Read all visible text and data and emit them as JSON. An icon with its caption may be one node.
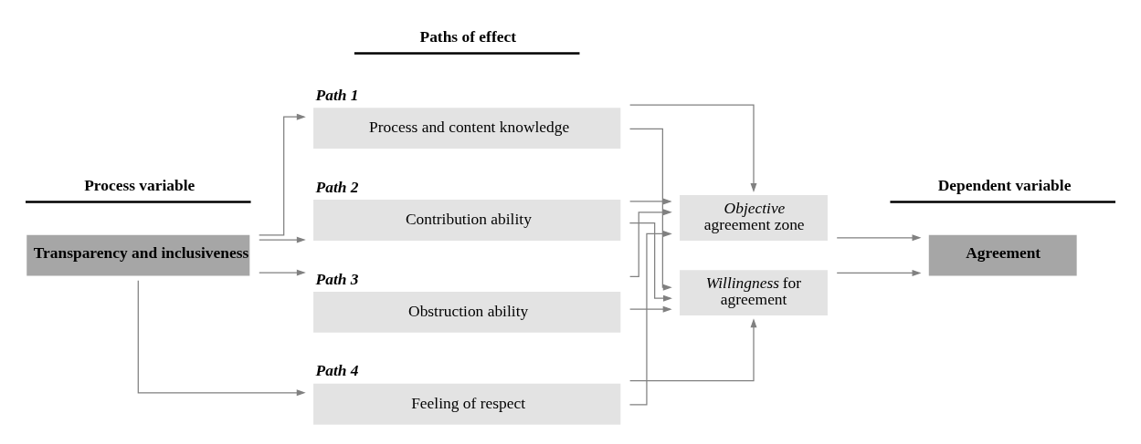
{
  "diagram": {
    "nodes": [
      {
        "text": [
          "Transparency and inclusiveness"
        ]
      },
      {
        "text": [
          "Path 1",
          "Process and content knowledge"
        ]
      },
      {
        "text": [
          "Path 2",
          "Contribution ability"
        ]
      },
      {
        "text": [
          "Path 3",
          "Obstruction ability"
        ]
      },
      {
        "text": [
          "Path 4",
          "Feeling of respect"
        ]
      },
      {
        "text": [
          "*Objective* agreement zone"
        ]
      },
      {
        "text": [
          "*Willingness* for agreement"
        ]
      },
      {
        "text": [
          "Agreement"
        ]
      }
    ],
    "edges": [
      {
        "from": 0,
        "to": 1,
        "arrow": "to"
      },
      {
        "from": 0,
        "to": 2,
        "arrow": "to"
      },
      {
        "from": 0,
        "to": 3,
        "arrow": "to"
      },
      {
        "from": 0,
        "to": 4,
        "arrow": "to"
      },
      {
        "from": 1,
        "to": 5,
        "arrow": "to"
      },
      {
        "from": 1,
        "to": 6,
        "arrow": "to"
      },
      {
        "from": 2,
        "to": 5,
        "arrow": "to"
      },
      {
        "from": 2,
        "to": 6,
        "arrow": "to"
      },
      {
        "from": 3,
        "to": 5,
        "arrow": "to"
      },
      {
        "from": 3,
        "to": 6,
        "arrow": "to"
      },
      {
        "from": 4,
        "to": 5,
        "arrow": "to"
      },
      {
        "from": 4,
        "to": 6,
        "arrow": "to"
      },
      {
        "from": 5,
        "to": 7,
        "arrow": "to"
      },
      {
        "from": 6,
        "to": 7,
        "arrow": "to"
      }
    ],
    "labels": [
      "Process variable",
      "Paths of effect",
      "Dependent variable"
    ]
  }
}
